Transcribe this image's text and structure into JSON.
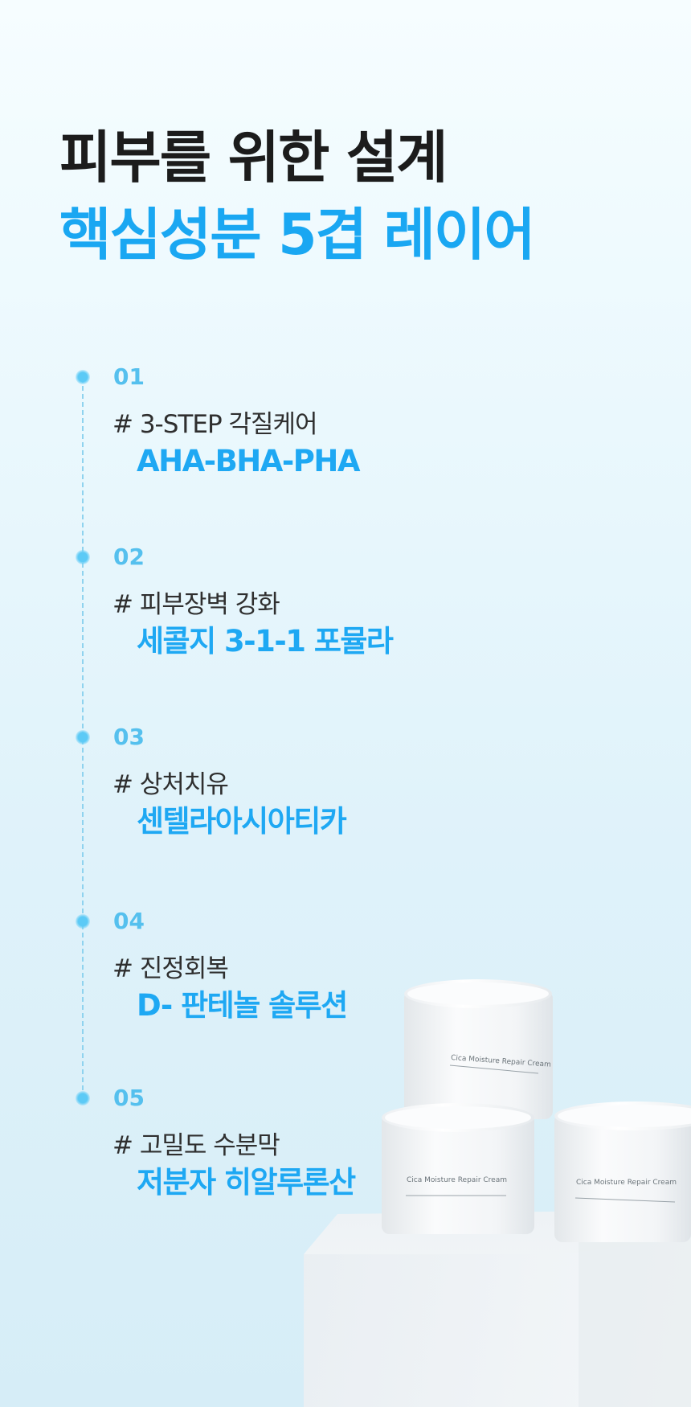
{
  "headline": {
    "line1": "피부를 위한 설계",
    "line2": "핵심성분 5겹 레이어"
  },
  "steps": [
    {
      "num": "01",
      "sub": "# 3-STEP 각질케어",
      "main": "AHA-BHA-PHA"
    },
    {
      "num": "02",
      "sub": "# 피부장벽 강화",
      "main": "세콜지 3-1-1 포뮬라"
    },
    {
      "num": "03",
      "sub": "# 상처치유",
      "main": "센텔라아시아티카"
    },
    {
      "num": "04",
      "sub": "# 진정회복",
      "main": "D- 판테놀 솔루션"
    },
    {
      "num": "05",
      "sub": "# 고밀도 수분막",
      "main": "저분자 히알루론산"
    }
  ],
  "product": {
    "jar_label": "Cica Moisture Repair Cream"
  },
  "colors": {
    "accent": "#1ea8f3",
    "heading": "#1c1c1c",
    "timeline": "#8fd3ef"
  }
}
